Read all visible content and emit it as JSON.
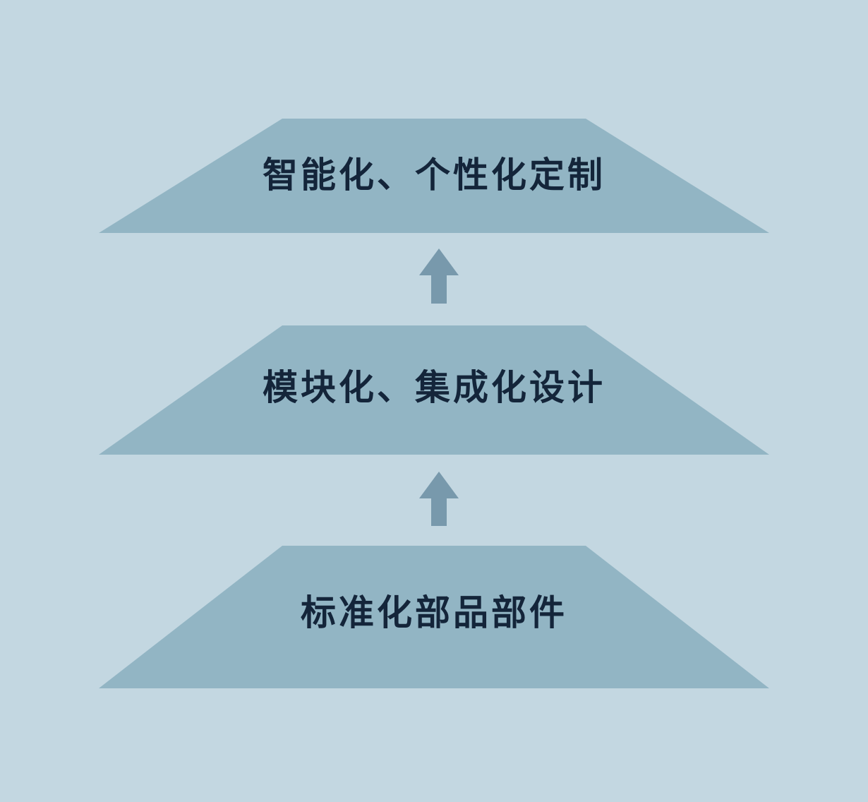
{
  "diagram": {
    "tiers": [
      {
        "id": "top",
        "label": "智能化、个性化定制"
      },
      {
        "id": "middle",
        "label": "模块化、集成化设计"
      },
      {
        "id": "bottom",
        "label": "标准化部品部件"
      }
    ],
    "arrows": [
      {
        "from": "bottom",
        "to": "middle",
        "direction": "up"
      },
      {
        "from": "middle",
        "to": "top",
        "direction": "up"
      }
    ],
    "colors": {
      "background": "#c3d7e1",
      "tier_fill": "#92b5c4",
      "arrow_fill": "#7899ac",
      "text": "#14253a"
    }
  }
}
